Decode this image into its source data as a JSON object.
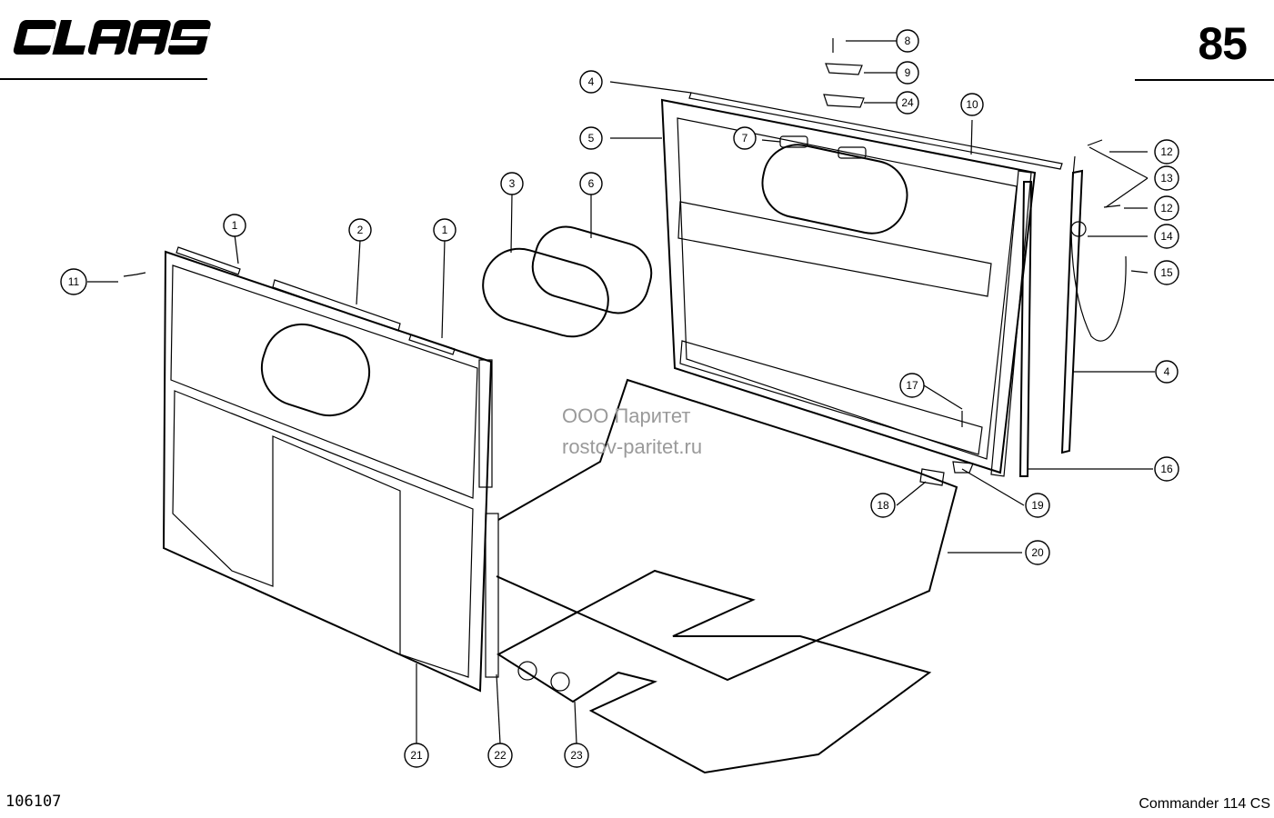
{
  "brand": "CLAAS",
  "page_number": "85",
  "drawing_number": "106107",
  "model": "Commander 114 CS",
  "watermark": {
    "line1": "ООО Паритет",
    "line2": "rostov-paritet.ru"
  },
  "callouts": [
    "1",
    "1",
    "2",
    "3",
    "4",
    "4",
    "5",
    "6",
    "7",
    "8",
    "9",
    "10",
    "11",
    "12",
    "12",
    "13",
    "14",
    "15",
    "16",
    "17",
    "18",
    "19",
    "20",
    "21",
    "22",
    "23",
    "24"
  ]
}
